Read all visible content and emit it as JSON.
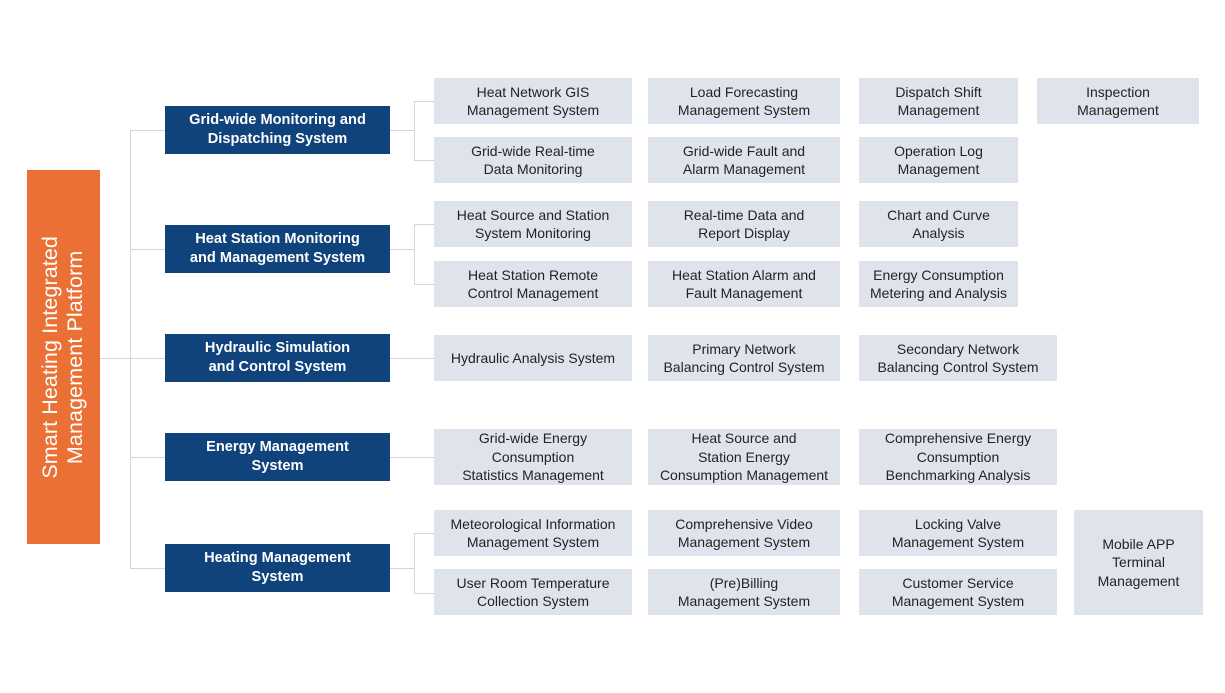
{
  "diagram": {
    "type": "org-tree",
    "title": "Smart Heating Integrated Management Platform",
    "colors": {
      "root": "#ea7035",
      "level1": "#10427c",
      "level2": "#dfe4ec",
      "connector": "#d4d6d9",
      "root_text": "#ffffff",
      "level1_text": "#ffffff",
      "level2_text": "#232323",
      "background": "#ffffff"
    },
    "root": {
      "label_line1": "Smart Heating Integrated",
      "label_line2": "Management Platform",
      "orientation": "vertical-rotated"
    },
    "branches": [
      {
        "id": "grid-wide-monitoring-and-dispatching-system",
        "label": "Grid-wide Monitoring and\nDispatching System",
        "children_row1": [
          "Heat Network GIS\nManagement System",
          "Load Forecasting\nManagement System",
          "Dispatch Shift\nManagement",
          "Inspection\nManagement"
        ],
        "children_row2": [
          "Grid-wide Real-time\nData Monitoring",
          "Grid-wide Fault and\nAlarm Management",
          "Operation Log\nManagement"
        ]
      },
      {
        "id": "heat-station-monitoring-and-management-system",
        "label": "Heat Station Monitoring\nand Management System",
        "children_row1": [
          "Heat Source and Station\nSystem Monitoring",
          "Real-time Data and\nReport Display",
          "Chart and Curve\nAnalysis"
        ],
        "children_row2": [
          "Heat Station Remote\nControl Management",
          "Heat Station Alarm and\nFault Management",
          "Energy Consumption\nMetering and Analysis"
        ]
      },
      {
        "id": "hydraulic-simulation-and-control-system",
        "label": "Hydraulic Simulation\nand Control System",
        "children_row1": [
          "Hydraulic Analysis System",
          "Primary Network\nBalancing Control System",
          "Secondary Network\nBalancing Control System"
        ],
        "children_row2": []
      },
      {
        "id": "energy-management-system",
        "label": "Energy Management\nSystem",
        "children_row1": [
          "Grid-wide Energy\nConsumption\nStatistics Management",
          "Heat Source and\nStation Energy\nConsumption Management",
          "Comprehensive Energy\nConsumption\nBenchmarking Analysis"
        ],
        "children_row2": []
      },
      {
        "id": "heating-management-system",
        "label": "Heating Management\nSystem",
        "children_row1": [
          "Meteorological Information\nManagement System",
          "Comprehensive Video\nManagement System",
          "Locking Valve\nManagement System"
        ],
        "children_row2": [
          "User Room Temperature\nCollection System",
          "(Pre)Billing\nManagement System",
          "Customer Service\nManagement System"
        ],
        "spanning_child": "Mobile APP\nTerminal\nManagement"
      }
    ]
  }
}
